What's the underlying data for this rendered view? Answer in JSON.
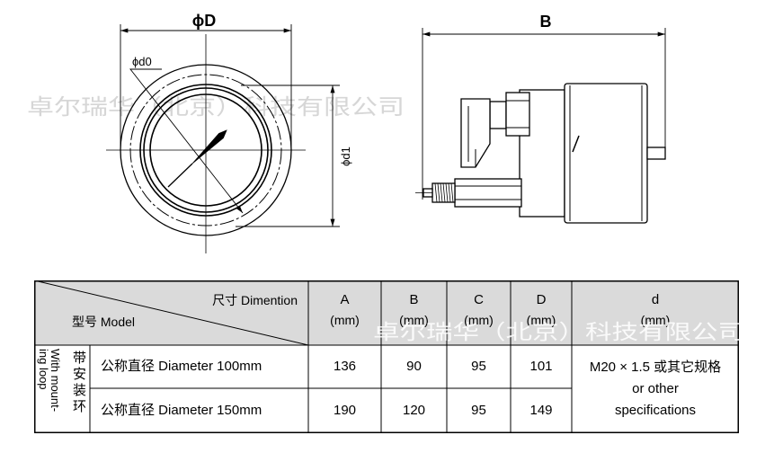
{
  "drawing": {
    "watermark": "卓尔瑞华（北京）科技有限公司",
    "front_view": {
      "phi_D": "ϕD",
      "phi_d0": "ϕd0",
      "phi_d1": "ϕd1"
    },
    "side_view": {
      "length_B": "B"
    }
  },
  "table": {
    "watermark": "卓尔瑞华（北京）科技有限公司",
    "header": {
      "dimension_label": "尺寸 Dimention",
      "model_label": "型号 Model",
      "columns": [
        {
          "name": "A",
          "unit": "(mm)"
        },
        {
          "name": "B",
          "unit": "(mm)"
        },
        {
          "name": "C",
          "unit": "(mm)"
        },
        {
          "name": "D",
          "unit": "(mm)"
        },
        {
          "name": "d",
          "unit": "(mm)"
        }
      ]
    },
    "group": {
      "label_cn": "带安装环",
      "label_en_lines": [
        "With mount-",
        "ing loop"
      ]
    },
    "rows": [
      {
        "model": "公称直径 Diameter 100mm",
        "A": "136",
        "B": "90",
        "C": "95",
        "D": "101"
      },
      {
        "model": "公称直径 Diameter 150mm",
        "A": "190",
        "B": "120",
        "C": "95",
        "D": "149"
      }
    ],
    "d_value_lines": [
      "M20 × 1.5 或其它规格",
      "or other",
      "specifications"
    ]
  },
  "colors": {
    "line": "#000000",
    "header_fill": "#dadada",
    "watermark": "#d6d6d6"
  }
}
